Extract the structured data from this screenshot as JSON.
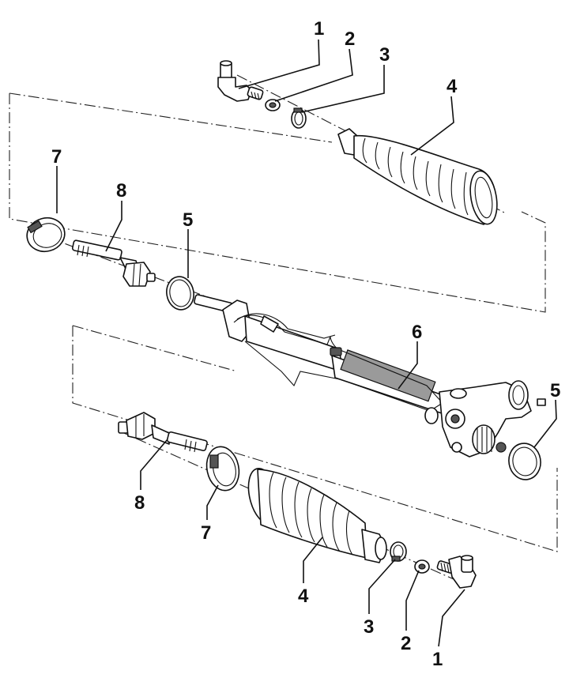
{
  "colors": {
    "ink": "#111111",
    "shade": "#9a9a9a",
    "dark": "#555555",
    "background": "#ffffff"
  },
  "callouts": {
    "upper": [
      {
        "id": "u1",
        "label": "1",
        "part": "tie-rod-end"
      },
      {
        "id": "u2",
        "label": "2",
        "part": "nut"
      },
      {
        "id": "u3",
        "label": "3",
        "part": "boot-clamp-small"
      },
      {
        "id": "u4",
        "label": "4",
        "part": "steering-boot"
      },
      {
        "id": "u5",
        "label": "5",
        "part": "o-ring"
      },
      {
        "id": "u7",
        "label": "7",
        "part": "boot-clamp-large"
      },
      {
        "id": "u8",
        "label": "8",
        "part": "inner-tie-rod"
      }
    ],
    "center": [
      {
        "id": "c6",
        "label": "6",
        "part": "steering-rack-housing"
      },
      {
        "id": "c5",
        "label": "5",
        "part": "o-ring"
      }
    ],
    "lower": [
      {
        "id": "l8",
        "label": "8",
        "part": "inner-tie-rod"
      },
      {
        "id": "l7",
        "label": "7",
        "part": "boot-clamp-large"
      },
      {
        "id": "l4",
        "label": "4",
        "part": "steering-boot"
      },
      {
        "id": "l3",
        "label": "3",
        "part": "boot-clamp-small"
      },
      {
        "id": "l2",
        "label": "2",
        "part": "nut"
      },
      {
        "id": "l1",
        "label": "1",
        "part": "tie-rod-end"
      }
    ]
  }
}
